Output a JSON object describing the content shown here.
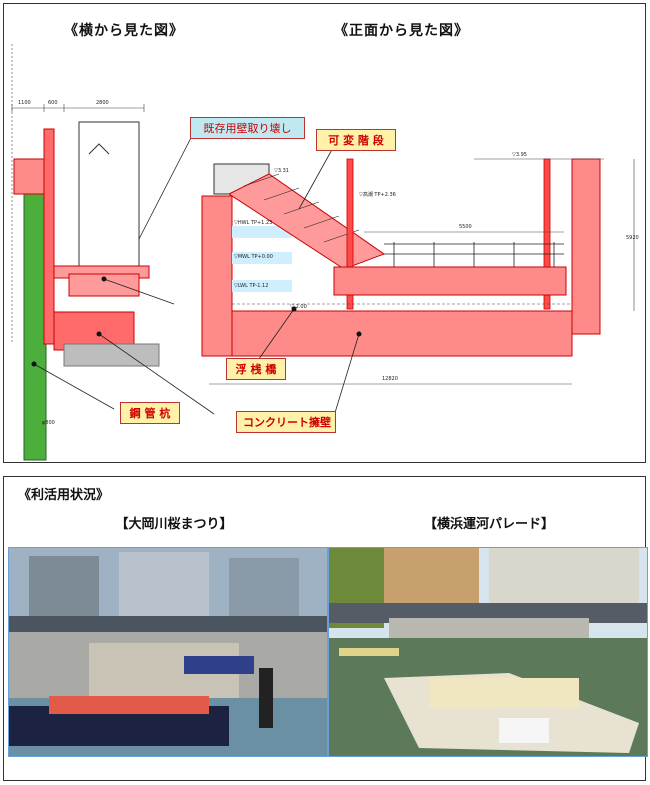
{
  "diagram": {
    "side_view_title": "《横から見た図》",
    "front_view_title": "《正面から見た図》",
    "callouts": {
      "wall_removal": "既存用壁取り壊し",
      "variable_stairs": "可 変 階 段",
      "floating_pier": "浮 桟 橋",
      "steel_pipe_pile": "鋼 管 杭",
      "concrete_retaining_wall": "コンクリート擁壁"
    },
    "dimensions": {
      "d1100": "1100",
      "d600": "600",
      "d2800": "2800",
      "d5500": "5500",
      "d5920": "5920",
      "d12820": "12820",
      "pile_dia": "φ800"
    },
    "levels": {
      "hwl": "▽HWL TP+1.23",
      "mwl": "▽MWL TP+0.00",
      "lwl": "▽LWL TP-1.12",
      "bottom": "▽-2.00",
      "top": "▽3.95",
      "surge": "▽高潮 TP+2.36",
      "top2": "▽3.31"
    }
  },
  "usage": {
    "section_label": "《利活用状況》",
    "photo_left_title": "【大岡川桜まつり】",
    "photo_right_title": "【横浜運河パレード】"
  }
}
